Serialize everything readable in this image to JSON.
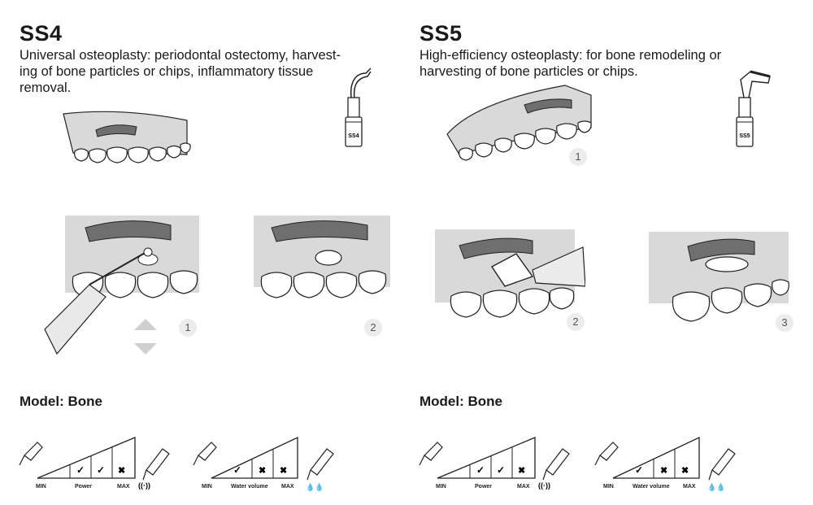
{
  "ss4": {
    "title": "SS4",
    "description": "Universal osteoplasty: periodontal ostectomy, harvest-\ning of bone particles or chips, inflammatory tissue\nremoval.",
    "tip_label": "SS4",
    "steps": [
      "1",
      "2"
    ],
    "model": "Model: Bone",
    "power": {
      "min": "MIN",
      "label": "Power",
      "max": "MAX",
      "checks": [
        "check",
        "check",
        "cross"
      ]
    },
    "water": {
      "min": "MIN",
      "label": "Water volume",
      "max": "MAX",
      "checks": [
        "check",
        "cross",
        "cross"
      ]
    }
  },
  "ss5": {
    "title": "SS5",
    "description": "High-efficiency osteoplasty: for bone remodeling or\nharvesting of bone particles or chips.",
    "tip_label": "SS5",
    "steps": [
      "1",
      "2",
      "3"
    ],
    "model": "Model: Bone",
    "power": {
      "min": "MIN",
      "label": "Power",
      "max": "MAX",
      "checks": [
        "check",
        "check",
        "cross"
      ]
    },
    "water": {
      "min": "MIN",
      "label": "Water volume",
      "max": "MAX",
      "checks": [
        "check",
        "cross",
        "cross"
      ]
    }
  },
  "colors": {
    "gum": "#d9d9d9",
    "bone": "#6f6f6f",
    "line": "#222222",
    "badge": "#ececec"
  }
}
